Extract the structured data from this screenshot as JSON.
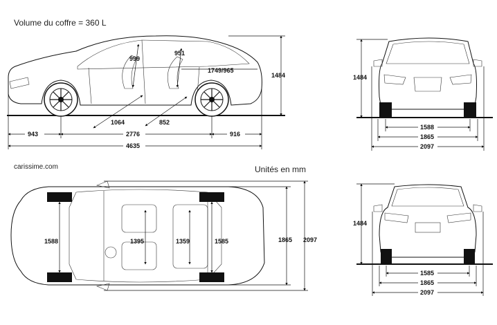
{
  "header": {
    "trunk_volume": "Volume du coffre = 360 L",
    "source": "carissime.com",
    "units": "Unités en mm"
  },
  "side_view": {
    "height": "1484",
    "front_overhang": "943",
    "wheelbase": "2776",
    "rear_overhang": "916",
    "length": "4635",
    "front_headroom": "999",
    "rear_headroom": "951",
    "front_legroom": "1064",
    "rear_legroom": "852",
    "trunk_length": "1749/965"
  },
  "front_view": {
    "height": "1484",
    "front_track": "1588",
    "width": "1865",
    "width_mirrors": "2097"
  },
  "top_view": {
    "front_track": "1588",
    "front_shoulder": "1395",
    "rear_shoulder": "1359",
    "rear_track": "1585",
    "width": "1865",
    "width_mirrors": "2097"
  },
  "rear_view": {
    "height": "1484",
    "rear_track": "1585",
    "width": "1865",
    "width_mirrors": "2097"
  }
}
